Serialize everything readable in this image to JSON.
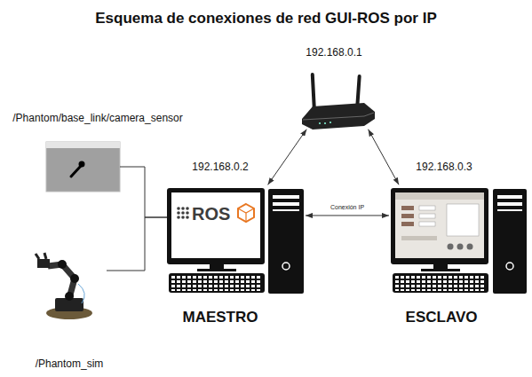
{
  "diagram": {
    "title": "Esquema de conexiones de red GUI-ROS por IP",
    "nodes": [
      {
        "text": [
          "192.168.0.1"
        ]
      },
      {
        "text": [
          "/Phantom/base_link/camera_sensor"
        ]
      },
      {
        "text": [
          "192.168.0.2",
          "ROS",
          "MAESTRO"
        ]
      },
      {
        "text": [
          "192.168.0.3",
          "ESCLAVO"
        ]
      },
      {
        "text": [
          "/Phantom_sim"
        ]
      }
    ],
    "edges": [
      {
        "from": 0,
        "to": 2,
        "arrow": "both"
      },
      {
        "from": 0,
        "to": 3,
        "arrow": "both"
      },
      {
        "from": 2,
        "to": 3,
        "label": "Conexión IP",
        "arrow": "both"
      },
      {
        "from": 1,
        "to": 2,
        "arrow": "none"
      },
      {
        "from": 4,
        "to": 2,
        "arrow": "none"
      }
    ]
  }
}
